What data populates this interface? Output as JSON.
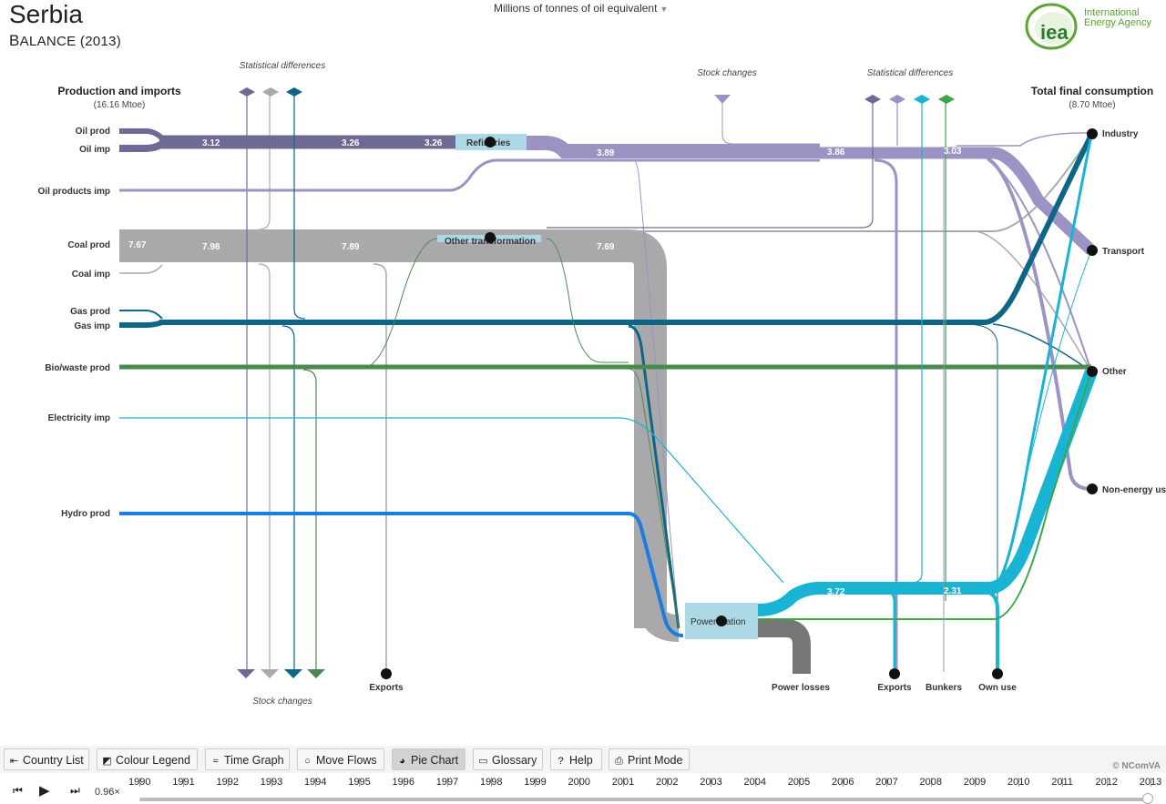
{
  "header": {
    "title": "Serbia",
    "subtitle_first": "B",
    "subtitle_rest": "ALANCE (2013)",
    "units": "Millions of tonnes of oil equivalent",
    "logo_text_1": "International",
    "logo_text_2": "Energy Agency",
    "logo_mark": "iea"
  },
  "sections": {
    "left_head": "Production and imports",
    "left_sub": "(16.16 Mtoe)",
    "right_head": "Total final consumption",
    "right_sub": "(8.70 Mtoe)",
    "stat_diff_left": "Statistical differences",
    "stat_diff_right": "Statistical differences",
    "stock_changes_top": "Stock  changes",
    "stock_changes_bottom": "Stock changes"
  },
  "sources": [
    "Oil prod",
    "Oil imp",
    "Oil products imp",
    "Coal prod",
    "Coal imp",
    "Gas prod",
    "Gas imp",
    "Bio/waste prod",
    "Electricity imp",
    "Hydro prod"
  ],
  "transformations": {
    "refineries": "Refineries",
    "other_transformation": "Other transformation",
    "power_station": "Power station"
  },
  "sinks": {
    "exports_left": "Exports",
    "power_losses": "Power losses",
    "exports_right": "Exports",
    "bunkers": "Bunkers",
    "own_use": "Own use"
  },
  "consumers": [
    "Industry",
    "Transport",
    "Other",
    "Non-energy use"
  ],
  "flow_values": {
    "oil_1": "3.12",
    "oil_2": "3.26",
    "oil_3": "3.26",
    "oil_4": "3.89",
    "oil_5": "3.86",
    "oil_6": "3.03",
    "coal_1": "7.67",
    "coal_2": "7.98",
    "coal_3": "7.89",
    "coal_4": "7.69",
    "elec_1": "3.72",
    "elec_2": "2.31"
  },
  "colors": {
    "oil": "#6e6a96",
    "oil_products": "#9b93c4",
    "coal": "#a9a9ab",
    "gas": "#0e6687",
    "bio": "#4a8a4f",
    "electricity": "#19b4d4",
    "hydro": "#1b7de0",
    "power_losses": "#777777",
    "transformer": "#add8e6",
    "green_bunker": "#3aa84a"
  },
  "toolbar": {
    "country_list": "Country List",
    "colour_legend": "Colour Legend",
    "time_graph": "Time Graph",
    "move_flows": "Move Flows",
    "pie_chart": "Pie Chart",
    "glossary": "Glossary",
    "help": "Help",
    "print_mode": "Print Mode",
    "copyright": "© NComVA"
  },
  "timeline": {
    "speed": "0.96×",
    "years": [
      "1990",
      "1991",
      "1992",
      "1993",
      "1994",
      "1995",
      "1996",
      "1997",
      "1998",
      "1999",
      "2000",
      "2001",
      "2002",
      "2003",
      "2004",
      "2005",
      "2006",
      "2007",
      "2008",
      "2009",
      "2010",
      "2011",
      "2012",
      "2013"
    ],
    "selected_year": "2013"
  }
}
